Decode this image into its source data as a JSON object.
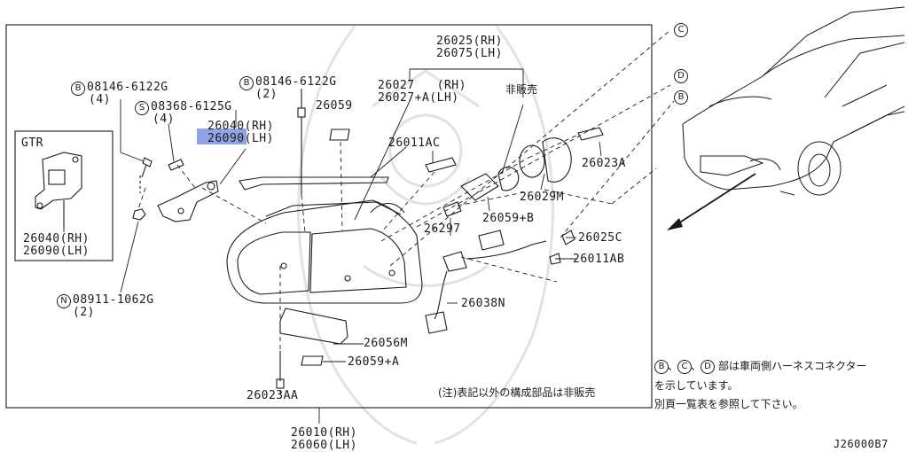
{
  "diagram_code": "J26000B7",
  "headlamp": {
    "rh": "26010(RH)",
    "lh": "26060(LH)"
  },
  "gtr_box": {
    "title": "GTR",
    "part_rh": "26040(RH)",
    "part_lh": "26090(LH)"
  },
  "callouts": {
    "bolt_b_left": "08146-6122G",
    "bolt_b_left_qty": "(4)",
    "bolt_s": "08368-6125G",
    "bolt_s_qty": "(4)",
    "bolt_b_mid": "08146-6122G",
    "bolt_b_mid_qty": "(2)",
    "bracket_rh": "26040(RH)",
    "bracket_lh": "26090(LH)",
    "label_26059": "26059",
    "housing_rh": "26025(RH)",
    "housing_lh": "26075(LH)",
    "lens_rh": "26027   (RH)",
    "lens_lh": "26027+A(LH)",
    "not_sold": "非販売",
    "socket_ac": "26011AC",
    "part_26023a": "26023A",
    "part_26029m": "26029M",
    "part_26059b": "26059+B",
    "part_26297": "26297",
    "part_26025c": "26025C",
    "part_26011ab": "26011AB",
    "harness": "26038N",
    "nut": "08911-1062G",
    "nut_qty": "(2)",
    "part_26056m": "26056M",
    "part_26059a": "26059+A",
    "screw_26023aa": "26023AA"
  },
  "markers": {
    "b": "B",
    "s": "S",
    "n": "N",
    "c": "C",
    "d": "D"
  },
  "notes": {
    "not_sold_note": "(注)表記以外の構成部品は非販売",
    "connector_line1": "部は車両側ハーネスコネクター",
    "connector_line2": "を示しています。",
    "connector_line3": "別頁一覧表を参照して下さい。",
    "sep": "、"
  },
  "highlight_color": "#8fa3e8"
}
